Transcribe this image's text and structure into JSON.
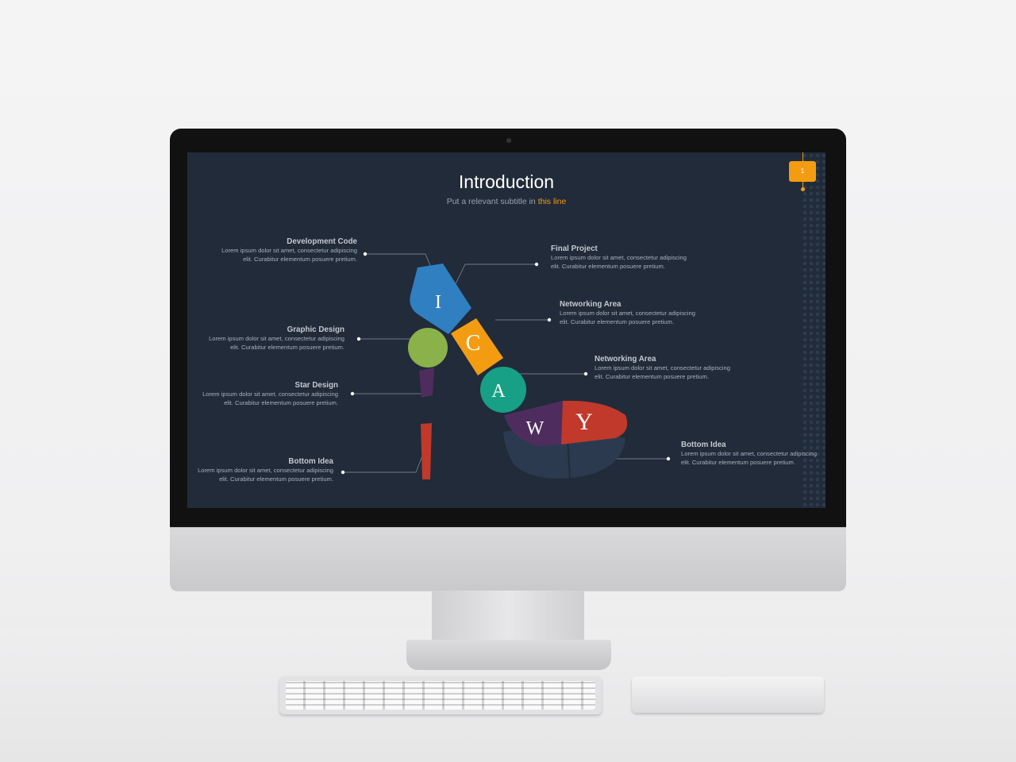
{
  "slide": {
    "title": "Introduction",
    "subtitle_prefix": "Put a relevant subtitle in ",
    "subtitle_highlight": "this line",
    "page_number": "1"
  },
  "shoe_letters": [
    "I",
    "C",
    "A",
    "W",
    "Y"
  ],
  "captions": [
    {
      "heading": "Development Code",
      "body": "Lorem ipsum dolor sit amet, consectetur adipiscing elit. Curabitur elementum posuere pretium."
    },
    {
      "heading": "Graphic Design",
      "body": "Lorem ipsum dolor sit amet, consectetur adipiscing elit. Curabitur elementum posuere pretium."
    },
    {
      "heading": "Star Design",
      "body": "Lorem ipsum dolor sit amet, consectetur adipiscing elit. Curabitur elementum posuere pretium."
    },
    {
      "heading": "Bottom Idea",
      "body": "Lorem ipsum dolor sit amet, consectetur adipiscing elit. Curabitur elementum posuere pretium."
    },
    {
      "heading": "Final Project",
      "body": "Lorem ipsum dolor sit amet, consectetur adipiscing elit. Curabitur elementum posuere pretium."
    },
    {
      "heading": "Networking Area",
      "body": "Lorem ipsum dolor sit amet, consectetur adipiscing elit. Curabitur elementum posuere pretium."
    },
    {
      "heading": "Networking Area",
      "body": "Lorem ipsum dolor sit amet, consectetur adipiscing elit. Curabitur elementum posuere pretium."
    },
    {
      "heading": "Bottom Idea",
      "body": "Lorem ipsum dolor sit amet, consectetur adipiscing elit. Curabitur elementum posuere pretium."
    }
  ],
  "colors": {
    "background": "#212b39",
    "accent": "#f39c12",
    "blue": "#2f7fc1",
    "orange": "#f39c12",
    "green": "#8bb14a",
    "teal": "#17a085",
    "purple": "#4e2d5e",
    "red": "#c0392b",
    "sole": "#2c3a4f"
  }
}
